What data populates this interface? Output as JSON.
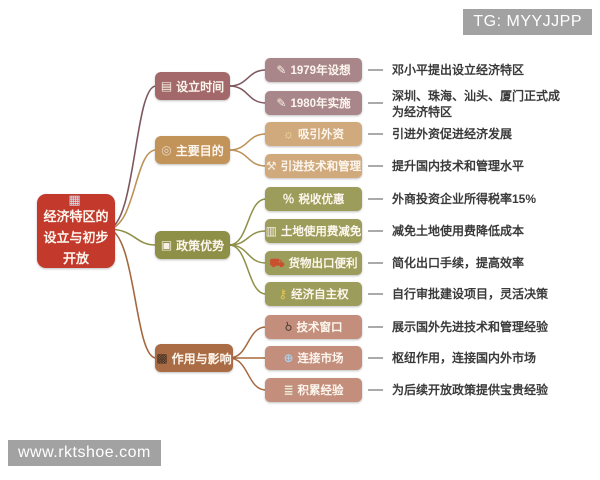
{
  "badges": {
    "tg": "TG: MYYJJPP",
    "watermark": "www.rktshoe.com"
  },
  "palette": {
    "background": "#ffffff",
    "root": "#c33a2d",
    "dash": "#8d8d8d",
    "desc_text": "#3a3a3a",
    "badge_bg": "#a2a2a2"
  },
  "icons": {
    "chart": "▦",
    "calendar": "▤",
    "memo": "✎",
    "target": "◎",
    "bulb": "☼",
    "wrench": "⚒",
    "clipboard": "▣",
    "percent": "％",
    "doc": "▥",
    "truck": "⛟",
    "key": "⚷",
    "magnifier": "☌",
    "globe": "⊕",
    "books": "≣",
    "clapper": "▩"
  },
  "root": {
    "label": "经济特区的设立与初步开放",
    "icon": "chart-icon",
    "color": "#c33a2d"
  },
  "branches": [
    {
      "label": "设立时间",
      "icon": "calendar-icon",
      "color": "#a3696a",
      "sub_color": "#a98689",
      "line_color": "#7e575e",
      "children": [
        {
          "label": "1979年设想",
          "icon": "memo-icon",
          "desc": "邓小平提出设立经济特区"
        },
        {
          "label": "1980年实施",
          "icon": "memo-icon",
          "desc": "深圳、珠海、汕头、厦门正式成为经济特区"
        }
      ]
    },
    {
      "label": "主要目的",
      "icon": "target-icon",
      "color": "#c2945a",
      "sub_color": "#d0a97c",
      "line_color": "#bd9257",
      "children": [
        {
          "label": "吸引外资",
          "icon": "bulb-icon",
          "desc": "引进外资促进经济发展"
        },
        {
          "label": "引进技术和管理",
          "icon": "wrench-icon",
          "desc": "提升国内技术和管理水平"
        }
      ]
    },
    {
      "label": "政策优势",
      "icon": "clipboard-icon",
      "color": "#8f9048",
      "sub_color": "#9c9d5a",
      "line_color": "#8f9048",
      "children": [
        {
          "label": "税收优惠",
          "icon": "percent-icon",
          "desc": "外商投资企业所得税率15%"
        },
        {
          "label": "土地使用费减免",
          "icon": "doc-icon",
          "desc": "减免土地使用费降低成本"
        },
        {
          "label": "货物出口便利",
          "icon": "truck-icon",
          "desc": "简化出口手续，提高效率"
        },
        {
          "label": "经济自主权",
          "icon": "key-icon",
          "desc": "自行审批建设项目，灵活决策"
        }
      ]
    },
    {
      "label": "作用与影响",
      "icon": "clapper-icon",
      "color": "#aa6c44",
      "sub_color": "#c38e7c",
      "line_color": "#a5683f",
      "children": [
        {
          "label": "技术窗口",
          "icon": "magnifier-icon",
          "desc": "展示国外先进技术和管理经验"
        },
        {
          "label": "连接市场",
          "icon": "globe-icon",
          "desc": "枢纽作用，连接国内外市场"
        },
        {
          "label": "积累经验",
          "icon": "books-icon",
          "desc": "为后续开放政策提供宝贵经验"
        }
      ]
    }
  ]
}
